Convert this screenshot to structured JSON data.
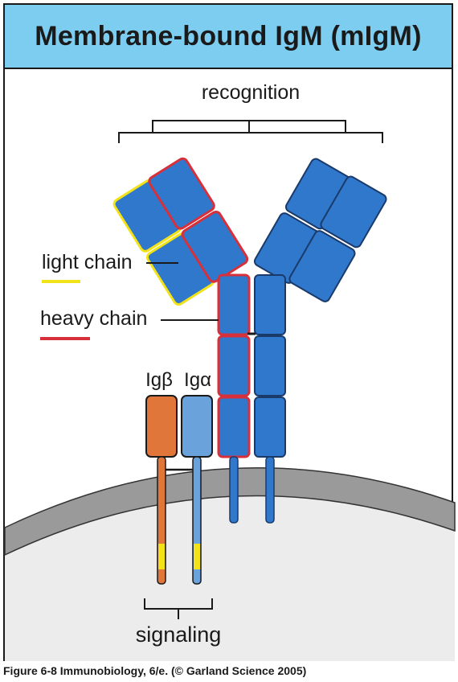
{
  "title": "Membrane-bound IgM (mIgM)",
  "labels": {
    "recognition": "recognition",
    "light_chain": "light chain",
    "heavy_chain": "heavy chain",
    "ig_beta": "Igβ",
    "ig_alpha": "Igα",
    "signaling": "signaling"
  },
  "caption": "Figure 6-8  Immunobiology, 6/e. (© Garland Science 2005)",
  "colors": {
    "header_bg": "#7ccdf0",
    "domain_blue": "#2f78cc",
    "light_chain_outline": "#f2e21a",
    "heavy_chain_outline": "#d8303a",
    "ig_beta": "#e0763a",
    "ig_alpha": "#6aa2dc",
    "membrane": "#9a9a9a",
    "cytoplasm": "#ececec"
  }
}
